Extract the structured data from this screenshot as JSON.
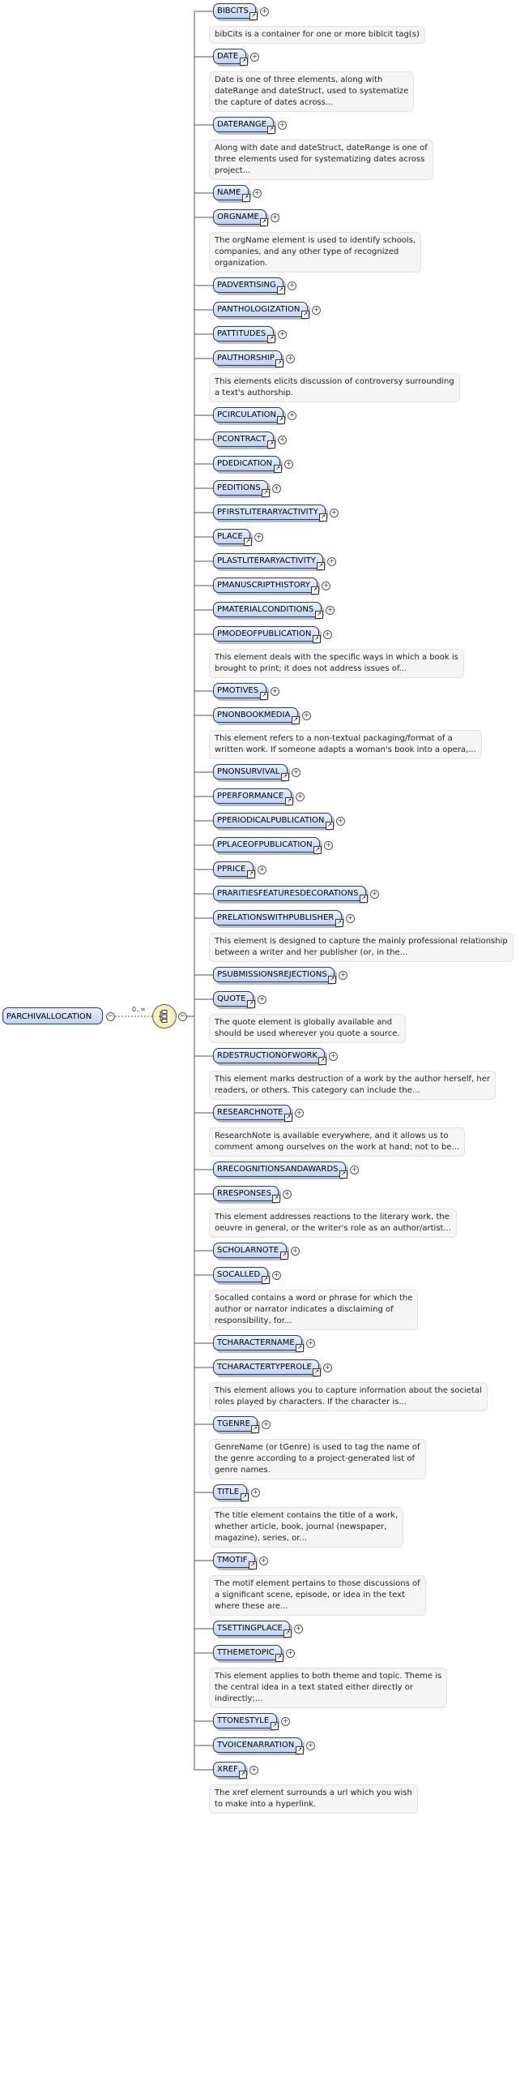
{
  "root": {
    "label": "PARCHIVALLOCATION",
    "cardinality": "0..∞"
  },
  "elements": [
    {
      "label": "BIBCITS",
      "desc": [
        "bibCits is a container for one or more biblcit tag(s)"
      ]
    },
    {
      "label": "DATE",
      "desc": [
        "Date is one of three elements, along with",
        "dateRange and dateStruct, used to systematize",
        "the capture of dates across..."
      ]
    },
    {
      "label": "DATERANGE",
      "desc": [
        "Along with date and dateStruct, dateRange is one of",
        "three elements used for systematizing dates across",
        "project..."
      ]
    },
    {
      "label": "NAME",
      "desc": []
    },
    {
      "label": "ORGNAME",
      "desc": [
        "The orgName element is used to identify schools,",
        "companies, and any other type of recognized",
        "organization."
      ]
    },
    {
      "label": "PADVERTISING",
      "desc": []
    },
    {
      "label": "PANTHOLOGIZATION",
      "desc": []
    },
    {
      "label": "PATTITUDES",
      "desc": []
    },
    {
      "label": "PAUTHORSHIP",
      "desc": [
        "This elements elicits discussion of controversy surrounding",
        "a text's authorship."
      ]
    },
    {
      "label": "PCIRCULATION",
      "desc": []
    },
    {
      "label": "PCONTRACT",
      "desc": []
    },
    {
      "label": "PDEDICATION",
      "desc": []
    },
    {
      "label": "PEDITIONS",
      "desc": []
    },
    {
      "label": "PFIRSTLITERARYACTIVITY",
      "desc": []
    },
    {
      "label": "PLACE",
      "desc": []
    },
    {
      "label": "PLASTLITERARYACTIVITY",
      "desc": []
    },
    {
      "label": "PMANUSCRIPTHISTORY",
      "desc": []
    },
    {
      "label": "PMATERIALCONDITIONS",
      "desc": []
    },
    {
      "label": "PMODEOFPUBLICATION",
      "desc": [
        "This element deals with the specific ways in which a book is",
        "brought to print; it does not address issues of..."
      ]
    },
    {
      "label": "PMOTIVES",
      "desc": []
    },
    {
      "label": "PNONBOOKMEDIA",
      "desc": [
        "This element refers to a non-textual packaging/format of a",
        "written work. If someone adapts a woman's book into a opera,..."
      ]
    },
    {
      "label": "PNONSURVIVAL",
      "desc": []
    },
    {
      "label": "PPERFORMANCE",
      "desc": []
    },
    {
      "label": "PPERIODICALPUBLICATION",
      "desc": []
    },
    {
      "label": "PPLACEOFPUBLICATION",
      "desc": []
    },
    {
      "label": "PPRICE",
      "desc": []
    },
    {
      "label": "PRARITIESFEATURESDECORATIONS",
      "desc": []
    },
    {
      "label": "PRELATIONSWITHPUBLISHER",
      "desc": [
        "This element is designed to capture the mainly professional relationship",
        "between a writer and her publisher (or, in the..."
      ]
    },
    {
      "label": "PSUBMISSIONSREJECTIONS",
      "desc": []
    },
    {
      "label": "QUOTE",
      "desc": [
        "The quote element is globally available and",
        "should be used wherever you quote a source."
      ]
    },
    {
      "label": "RDESTRUCTIONOFWORK",
      "desc": [
        "This element marks destruction of a work by the author herself, her",
        "readers, or others. This category can include the..."
      ]
    },
    {
      "label": "RESEARCHNOTE",
      "desc": [
        "ResearchNote is available everywhere, and it allows us to",
        "comment among ourselves on the work at hand; not to be..."
      ]
    },
    {
      "label": "RRECOGNITIONSANDAWARDS",
      "desc": []
    },
    {
      "label": "RRESPONSES",
      "desc": [
        "This element addresses reactions to the literary work, the",
        "oeuvre in general, or the writer's role as an author/artist..."
      ]
    },
    {
      "label": "SCHOLARNOTE",
      "desc": []
    },
    {
      "label": "SOCALLED",
      "desc": [
        "Socalled contains a word or phrase for which the",
        "author or narrator indicates a disclaiming of",
        "responsibility, for..."
      ]
    },
    {
      "label": "TCHARACTERNAME",
      "desc": []
    },
    {
      "label": "TCHARACTERTYPEROLE",
      "desc": [
        "This element allows you to capture information about the societal",
        "roles played by characters. If the character is..."
      ]
    },
    {
      "label": "TGENRE",
      "desc": [
        "GenreName (or tGenre) is used to tag the name of",
        "the genre according to a project-generated list of",
        "genre names."
      ]
    },
    {
      "label": "TITLE",
      "desc": [
        "The title element contains the title of a work,",
        "whether article, book, journal (newspaper,",
        "magazine), series, or..."
      ]
    },
    {
      "label": "TMOTIF",
      "desc": [
        "The motif element pertains to those discussions of",
        "a significant scene, episode, or idea in the text",
        "where these are..."
      ]
    },
    {
      "label": "TSETTINGPLACE",
      "desc": []
    },
    {
      "label": "TTHEMETOPIC",
      "desc": [
        "This element applies to both theme and topic. Theme is",
        "the central idea in a text stated either directly or",
        "indirectly;..."
      ]
    },
    {
      "label": "TTONESTYLE",
      "desc": []
    },
    {
      "label": "TVOICENARRATION",
      "desc": []
    },
    {
      "label": "XREF",
      "desc": [
        "The xref element surrounds a url which you wish",
        "to make into a hyperlink."
      ]
    }
  ]
}
